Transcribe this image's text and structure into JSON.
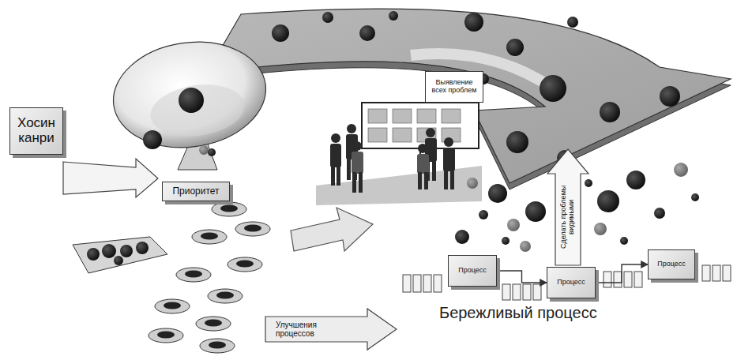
{
  "diagram": {
    "nodes": [
      {
        "text": [
          "Хосин канри"
        ]
      },
      {
        "text": [
          "Приоритет"
        ]
      },
      {
        "text": [
          "Выявление всех проблем"
        ]
      },
      {
        "text": [
          "Сделать проблемы видимыми"
        ]
      },
      {
        "text": [
          "Улучшения процессов"
        ]
      },
      {
        "text": [
          "Процесс"
        ]
      },
      {
        "text": [
          "Процесс"
        ]
      },
      {
        "text": [
          "Процесс"
        ]
      }
    ],
    "edges": [
      {
        "from": 5,
        "to": 6,
        "arrow": "to"
      },
      {
        "from": 6,
        "to": 7,
        "arrow": "to"
      }
    ],
    "labels": [
      "Бережливый процесс"
    ]
  }
}
